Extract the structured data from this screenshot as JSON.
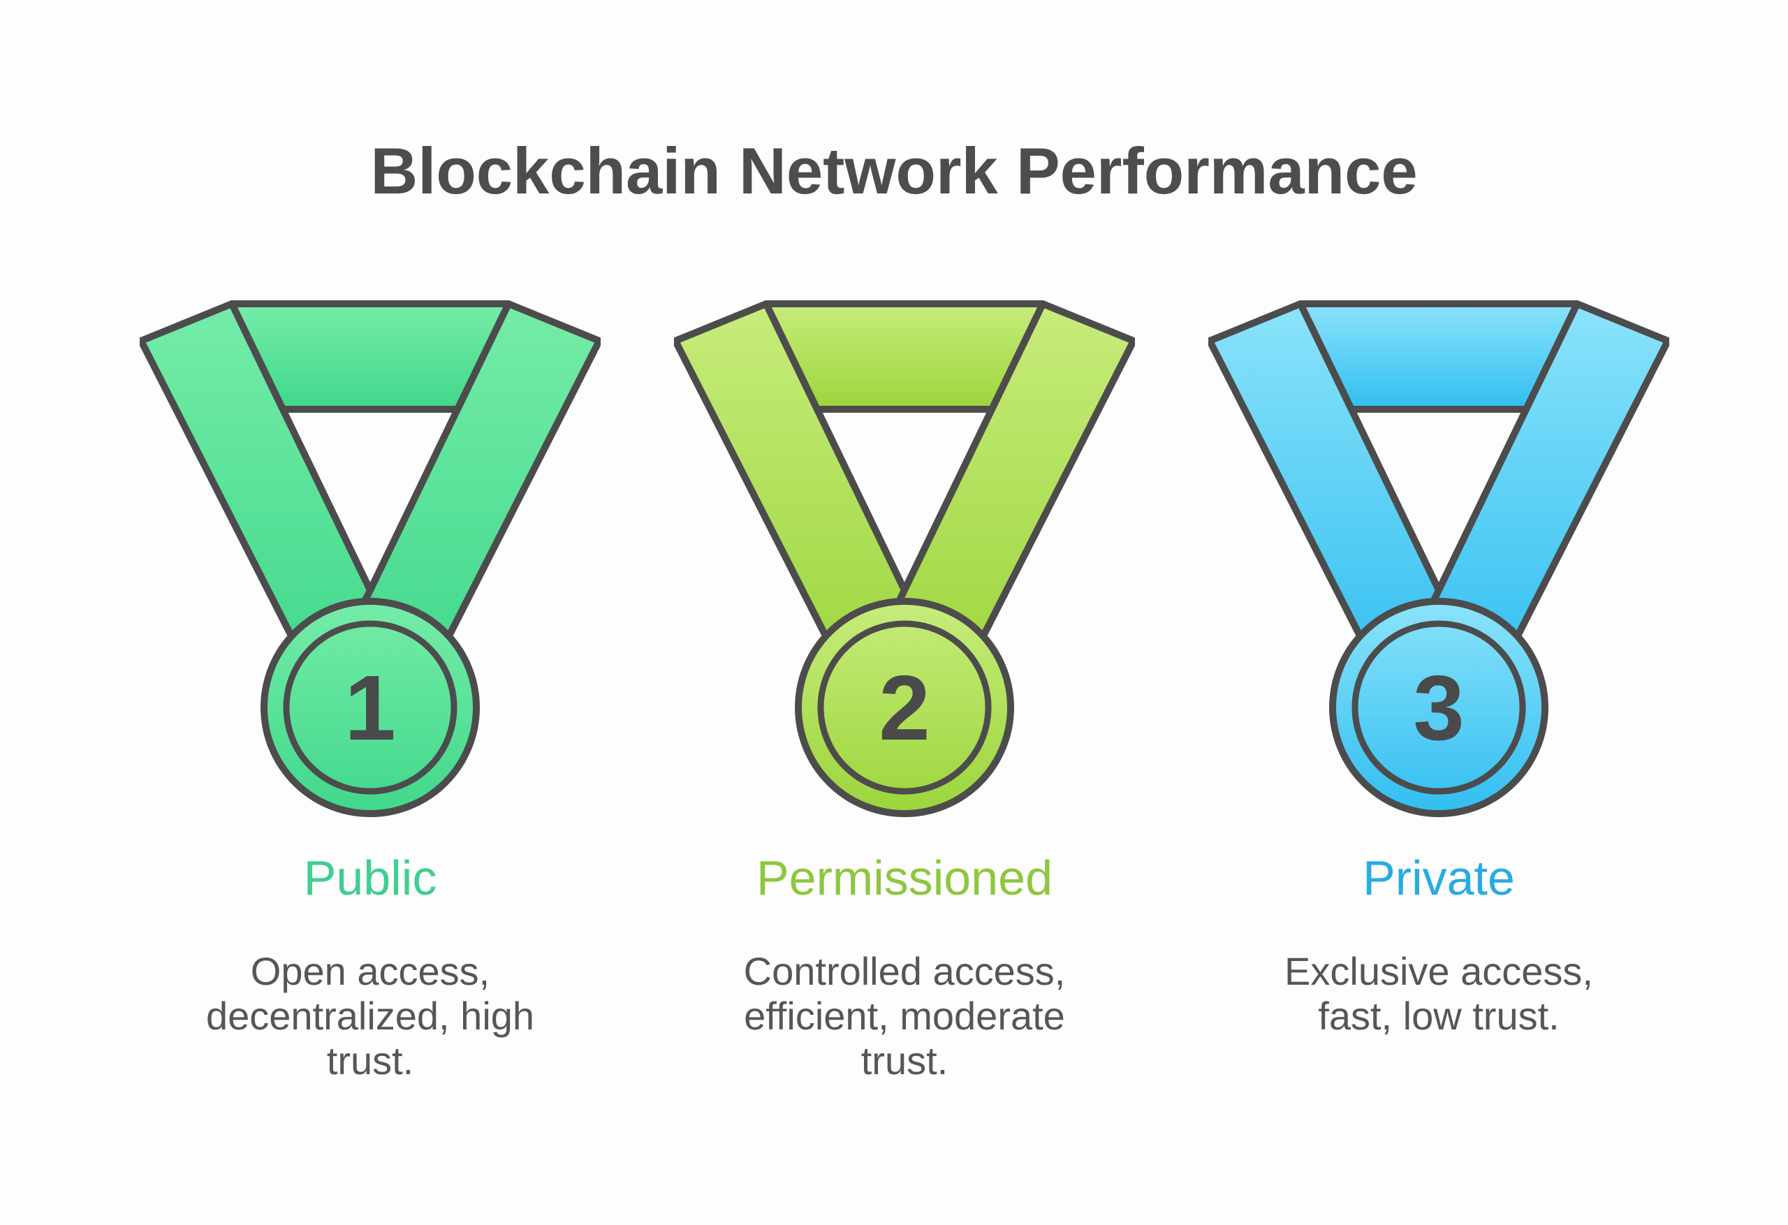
{
  "page": {
    "background": "#FDFDFD"
  },
  "colors": {
    "title": "#4D4D4D",
    "outline": "#4C4C4C",
    "number": "#4A4A4A",
    "description_text": "#565656"
  },
  "title": {
    "text": "Blockchain Network Performance"
  },
  "medals": [
    {
      "number": "1",
      "label": "Public",
      "label_color": "#3FCF8E",
      "description": "Open access,\ndecentralized, high\ntrust.",
      "gradient": {
        "light": "#75ECA8",
        "dark": "#40D88B"
      }
    },
    {
      "number": "2",
      "label": "Permissioned",
      "label_color": "#8EC73E",
      "description": "Controlled access,\nefficient, moderate\ntrust.",
      "gradient": {
        "light": "#C7EC7B",
        "dark": "#9CD53C"
      }
    },
    {
      "number": "3",
      "label": "Private",
      "label_color": "#29ABE2",
      "description": "Exclusive access,\nfast, low trust.",
      "gradient": {
        "light": "#8BE3FA",
        "dark": "#31BEF1"
      }
    }
  ]
}
